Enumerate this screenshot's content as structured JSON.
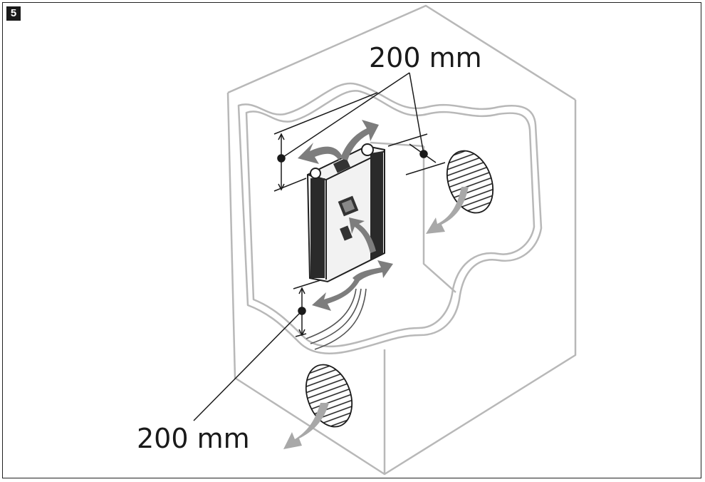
{
  "step": {
    "number": "5"
  },
  "dimensions": {
    "top": "200 mm",
    "bottom": "200 mm"
  },
  "colors": {
    "outline": "#b8b8b8",
    "device": "#1f1f1f",
    "arrow": "#7d7d7d",
    "arrow_light": "#a8a8a8",
    "ink": "#1a1a1a"
  },
  "icons": [
    "airflow-arrow-icon",
    "vent-hatched-icon",
    "dimension-marker-icon"
  ]
}
